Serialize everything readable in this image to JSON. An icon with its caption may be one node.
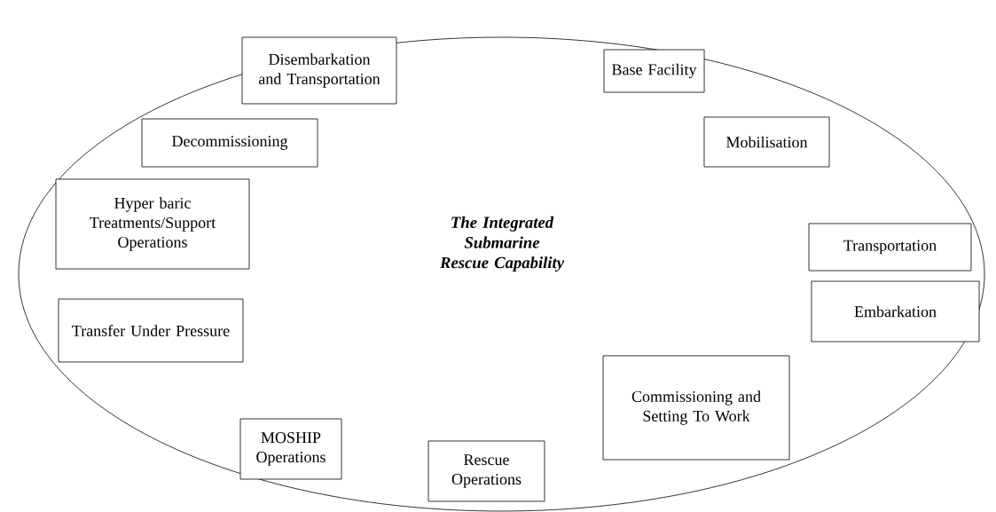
{
  "diagram": {
    "nodes": [
      {
        "text": [
          "The Integrated Submarine Rescue Capability"
        ]
      },
      {
        "text": [
          "Disembarkation and Transportation"
        ],
        "in": 0
      },
      {
        "text": [
          "Base Facility"
        ],
        "in": 0
      },
      {
        "text": [
          "Decommissioning"
        ],
        "in": 0
      },
      {
        "text": [
          "Mobilisation"
        ],
        "in": 0
      },
      {
        "text": [
          "Hyper baric Treatments/Support Operations"
        ],
        "in": 0
      },
      {
        "text": [
          "Transportation"
        ],
        "in": 0
      },
      {
        "text": [
          "Embarkation"
        ],
        "in": 0
      },
      {
        "text": [
          "Transfer Under Pressure"
        ],
        "in": 0
      },
      {
        "text": [
          "Commissioning and Setting To Work"
        ],
        "in": 0
      },
      {
        "text": [
          "MOSHIP Operations"
        ],
        "in": 0
      },
      {
        "text": [
          "Rescue Operations"
        ],
        "in": 0
      }
    ]
  }
}
